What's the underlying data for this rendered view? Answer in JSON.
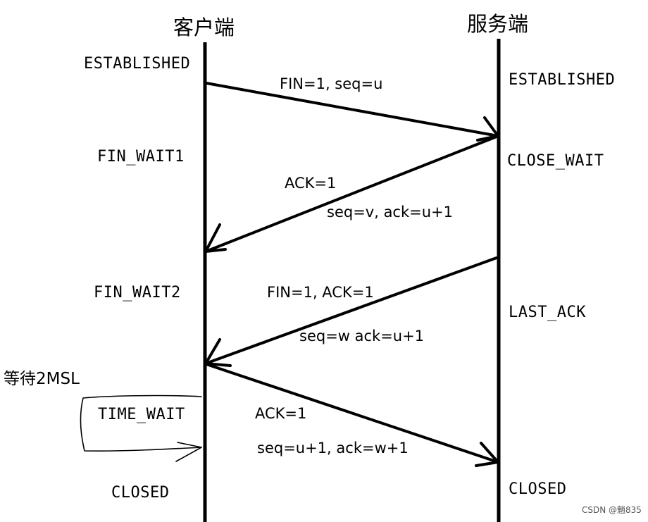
{
  "headers": {
    "client": "客户端",
    "server": "服务端"
  },
  "client_states": {
    "established": "ESTABLISHED",
    "fin_wait1": "FIN_WAIT1",
    "fin_wait2": "FIN_WAIT2",
    "wait_note": "等待2MSL",
    "time_wait": "TIME_WAIT",
    "closed": "CLOSED"
  },
  "server_states": {
    "established": "ESTABLISHED",
    "close_wait": "CLOSE_WAIT",
    "last_ack": "LAST_ACK",
    "closed": "CLOSED"
  },
  "messages": {
    "m1": "FIN=1, seq=u",
    "m2_a": "ACK=1",
    "m2_b": "seq=v, ack=u+1",
    "m3_a": "FIN=1, ACK=1",
    "m3_b": "seq=w ack=u+1",
    "m4_a": "ACK=1",
    "m4_b": "seq=u+1, ack=w+1"
  },
  "watermark": "CSDN @魈835",
  "colors": {
    "ink": "#000000",
    "watermark": "#555555"
  }
}
